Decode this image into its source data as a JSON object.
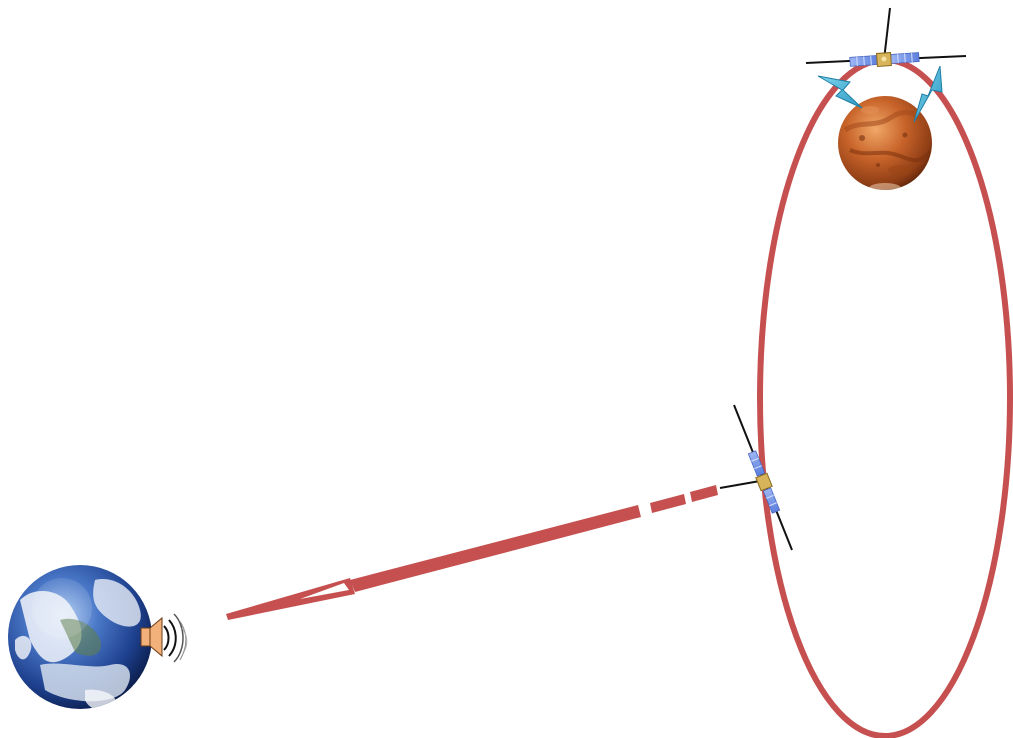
{
  "diagram": {
    "orbit_color": "#c65050",
    "panel_color": "#7f9fea",
    "antenna_color": "#111111",
    "signal_color": "#3bb0d2",
    "nodes": [
      {
        "id": "earth",
        "icon": "earth-globe"
      },
      {
        "id": "orbiter",
        "icon": "satellite"
      },
      {
        "id": "relay",
        "icon": "satellite"
      },
      {
        "id": "mars",
        "icon": "mars-planet"
      }
    ],
    "edges": [
      {
        "from": "earth",
        "to": "relay",
        "style": "tapered-beam-dashed"
      },
      {
        "from": "orbiter",
        "to": "mars",
        "style": "lightning-bolt"
      }
    ]
  }
}
